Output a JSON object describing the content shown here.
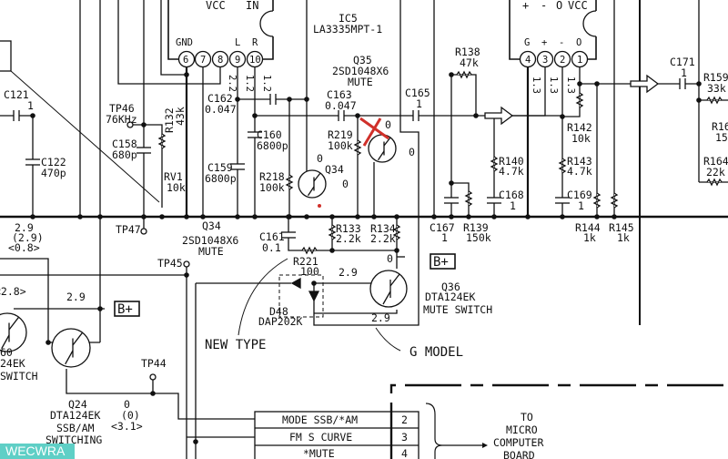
{
  "ic5": {
    "name": "IC5",
    "part": "LA3335MPT-1",
    "top_labels": [
      "VCC",
      "IN"
    ],
    "pins": [
      "6",
      "7",
      "8",
      "9",
      "10"
    ],
    "pin_labels": {
      "gnd": "GND",
      "l": "L",
      "r": "R"
    },
    "pin_voltages": [
      "2.2",
      "1.2",
      "1.2"
    ]
  },
  "ic_right": {
    "top_labels": [
      "+",
      "-",
      "O",
      "VCC"
    ],
    "pins": [
      "4",
      "3",
      "2",
      "1"
    ],
    "pin_labels": [
      "G",
      "+",
      "-",
      "O"
    ],
    "pin_voltages": [
      "1.3",
      "1.3",
      "1.3"
    ]
  },
  "components": {
    "c121": {
      "ref": "C121",
      "value": "1"
    },
    "c122": {
      "ref": "C122",
      "value": "470p"
    },
    "tp46": {
      "ref": "TP46",
      "value": "76KHz"
    },
    "c158": {
      "ref": "C158",
      "value": "680p"
    },
    "r132": {
      "ref": "R132",
      "value": "43k"
    },
    "rv1": {
      "ref": "RV1",
      "value": "10k"
    },
    "c162": {
      "ref": "C162",
      "value": "0.047"
    },
    "c160": {
      "ref": "C160",
      "value": "6800p"
    },
    "c159": {
      "ref": "C159",
      "value": "6800p"
    },
    "r218": {
      "ref": "R218",
      "value": "100k"
    },
    "q34": {
      "ref": "Q34",
      "part": "2SD1048X6",
      "function": "MUTE"
    },
    "c163": {
      "ref": "C163",
      "value": "0.047"
    },
    "r219": {
      "ref": "R219",
      "value": "100k"
    },
    "q35": {
      "ref": "Q35",
      "part": "2SD1048X6",
      "function": "MUTE"
    },
    "c165": {
      "ref": "C165",
      "value": "1"
    },
    "r138": {
      "ref": "R138",
      "value": "47k"
    },
    "r140": {
      "ref": "R140",
      "value": "4.7k"
    },
    "c168": {
      "ref": "C168",
      "value": "1"
    },
    "r142": {
      "ref": "R142",
      "value": "10k"
    },
    "r143": {
      "ref": "R143",
      "value": "4.7k"
    },
    "c169": {
      "ref": "C169",
      "value": "1"
    },
    "c171": {
      "ref": "C171",
      "value": "1"
    },
    "r159": {
      "ref": "R159",
      "value": "33k"
    },
    "r16x": {
      "ref": "R16",
      "value": "15"
    },
    "r164": {
      "ref": "R164",
      "value": "22k"
    },
    "c167": {
      "ref": "C167",
      "value": "1"
    },
    "r139": {
      "ref": "R139",
      "value": "150k"
    },
    "r144": {
      "ref": "R144",
      "value": "1k"
    },
    "r145": {
      "ref": "R145",
      "value": "1k"
    },
    "r133": {
      "ref": "R133",
      "value": "2.2k"
    },
    "r134": {
      "ref": "R134",
      "value": "2.2k"
    },
    "c161": {
      "ref": "C161",
      "value": "0.1"
    },
    "r221": {
      "ref": "R221",
      "value": "100"
    },
    "d48": {
      "ref": "D48",
      "part": "DAP202K"
    },
    "q36": {
      "ref": "Q36",
      "part": "DTA124EK",
      "function": "MUTE SWITCH"
    },
    "q24": {
      "ref": "Q24",
      "part": "DTA124EK",
      "function1": "SSB/AM",
      "function2": "SWITCHING"
    },
    "q60": {
      "ref": "60",
      "part": "24EK",
      "function": "SWITCH"
    },
    "tp47": {
      "ref": "TP47"
    },
    "tp45": {
      "ref": "TP45"
    },
    "tp44": {
      "ref": "TP44"
    }
  },
  "voltages": {
    "left_top": [
      "2.9",
      "(2.9)",
      "<0.8>"
    ],
    "left_mid": "<2.8>",
    "bplus_line": "2.9",
    "q24_base": [
      "0",
      "(0)",
      "<3.1>"
    ],
    "q34_c": "0",
    "q34_b": "0",
    "q35_c": "0",
    "q35_b": "0",
    "q36_c": "0",
    "q36_b": "2.9",
    "q36_e": "2.9"
  },
  "bplus": "B+",
  "notes": {
    "new_type": "NEW TYPE",
    "g_model": "G MODEL"
  },
  "connector": {
    "rows": [
      {
        "label": "MODE SSB/*AM",
        "pin": "2"
      },
      {
        "label": "FM S CURVE",
        "pin": "3"
      },
      {
        "label": "*MUTE",
        "pin": "4"
      }
    ],
    "destination": [
      "TO",
      "MICRO",
      "COMPUTER",
      "BOARD"
    ]
  },
  "watermark": "WECWRA",
  "colors": {
    "ink": "#111111",
    "mark": "#d0302a",
    "watermark": "#5fcfc6"
  }
}
